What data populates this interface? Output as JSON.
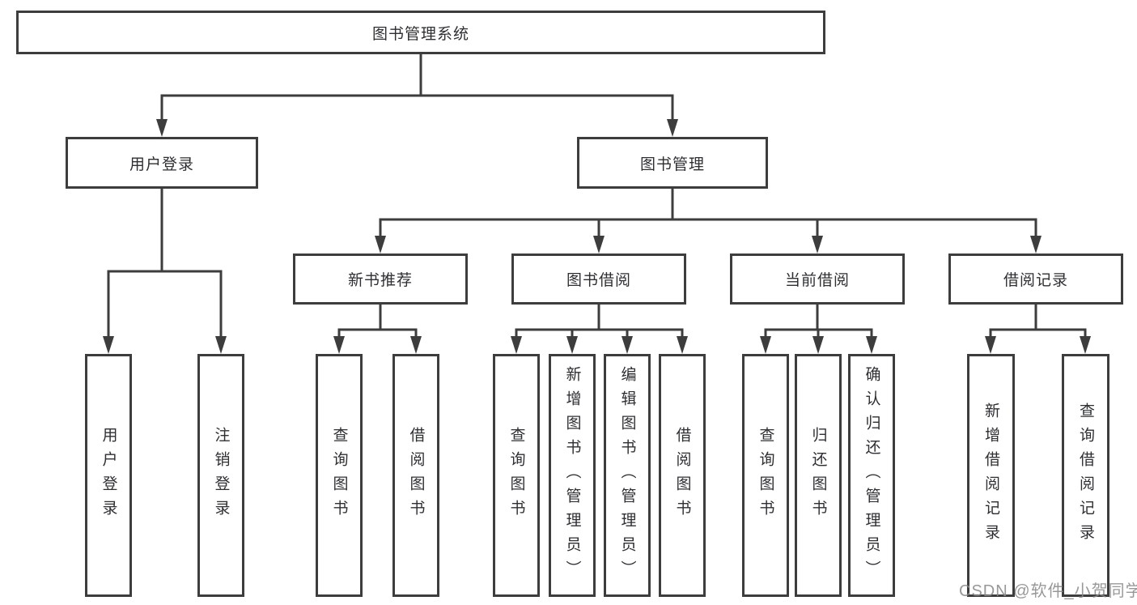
{
  "tree": {
    "root": "图书管理系统",
    "branches": [
      {
        "label": "用户登录",
        "children": [
          "用户登录",
          "注销登录"
        ]
      },
      {
        "label": "图书管理",
        "sections": [
          {
            "label": "新书推荐",
            "children": [
              "查询图书",
              "借阅图书"
            ]
          },
          {
            "label": "图书借阅",
            "children": [
              "查询图书",
              "新增图书（管理员）",
              "编辑图书（管理员）",
              "借阅图书"
            ]
          },
          {
            "label": "当前借阅",
            "children": [
              "查询图书",
              "归还图书",
              "确认归还（管理员）"
            ]
          },
          {
            "label": "借阅记录",
            "children": [
              "新增借阅记录",
              "查询借阅记录"
            ]
          }
        ]
      }
    ]
  },
  "watermark": {
    "text": "CSDN @软件_小贺同学"
  },
  "colors": {
    "line": "#3d3d3d",
    "box_border": "#3d3d3d",
    "text": "#2e2f33",
    "watermark": "#8a8a8a",
    "background": "#ffffff"
  }
}
